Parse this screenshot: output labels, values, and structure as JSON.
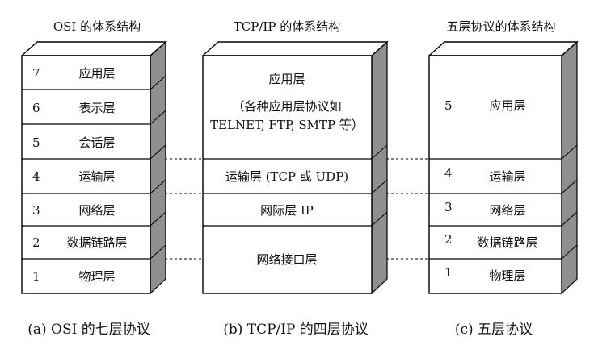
{
  "osi": {
    "title": "OSI 的体系结构",
    "caption": "(a) OSI 的七层协议",
    "layers": [
      {
        "num": "7",
        "name": "应用层"
      },
      {
        "num": "6",
        "name": "表示层"
      },
      {
        "num": "5",
        "name": "会话层"
      },
      {
        "num": "4",
        "name": "运输层"
      },
      {
        "num": "3",
        "name": "网络层"
      },
      {
        "num": "2",
        "name": "数据链路层"
      },
      {
        "num": "1",
        "name": "物理层"
      }
    ]
  },
  "tcpip": {
    "title": "TCP/IP 的体系结构",
    "caption": "(b) TCP/IP 的四层协议",
    "layers": [
      {
        "lines": [
          "应用层",
          "（各种应用层协议如",
          "TELNET, FTP, SMTP 等）"
        ]
      },
      {
        "lines": [
          "运输层 (TCP 或 UDP)"
        ]
      },
      {
        "lines": [
          "网际层 IP"
        ]
      },
      {
        "lines": [
          "网络接口层"
        ]
      }
    ]
  },
  "five": {
    "title": "五层协议的体系结构",
    "caption": "(c)  五层协议",
    "layers": [
      {
        "num": "5",
        "name": "应用层"
      },
      {
        "num": "4",
        "name": "运输层"
      },
      {
        "num": "3",
        "name": "网络层"
      },
      {
        "num": "2",
        "name": "数据链路层"
      },
      {
        "num": "1",
        "name": "物理层"
      }
    ]
  }
}
